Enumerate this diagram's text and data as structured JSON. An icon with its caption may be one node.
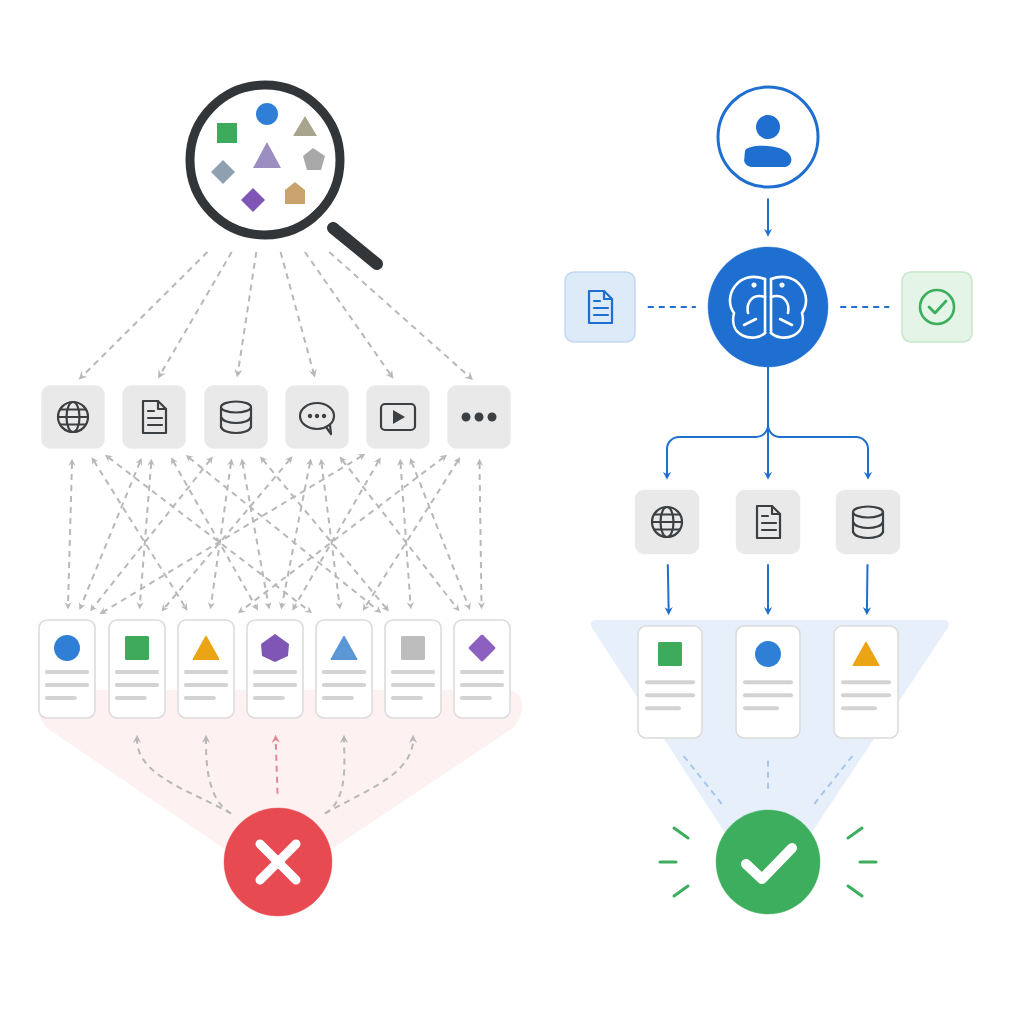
{
  "diagram": {
    "nodes": [
      {
        "text": [],
        "shape": "magnifier"
      },
      {
        "text": [],
        "shape": "box"
      },
      {
        "text": [],
        "shape": "box"
      },
      {
        "text": [],
        "shape": "box"
      },
      {
        "text": [],
        "shape": "box"
      },
      {
        "text": [],
        "shape": "box"
      },
      {
        "text": [],
        "shape": "box"
      },
      {
        "text": [],
        "shape": "card"
      },
      {
        "text": [],
        "shape": "card"
      },
      {
        "text": [],
        "shape": "card"
      },
      {
        "text": [],
        "shape": "card"
      },
      {
        "text": [],
        "shape": "card"
      },
      {
        "text": [],
        "shape": "card"
      },
      {
        "text": [],
        "shape": "card"
      },
      {
        "text": [],
        "shape": "circle"
      },
      {
        "text": [],
        "shape": "circle"
      },
      {
        "text": [],
        "shape": "box"
      },
      {
        "text": [],
        "shape": "circle"
      },
      {
        "text": [],
        "shape": "box"
      },
      {
        "text": [],
        "shape": "box"
      },
      {
        "text": [],
        "shape": "box"
      },
      {
        "text": [],
        "shape": "box"
      },
      {
        "text": [],
        "shape": "card"
      },
      {
        "text": [],
        "shape": "card"
      },
      {
        "text": [],
        "shape": "card"
      },
      {
        "text": [],
        "shape": "circle"
      }
    ],
    "edges": [
      {
        "from": 0,
        "to": 1,
        "arrow": "to",
        "style": "dashed"
      },
      {
        "from": 0,
        "to": 2,
        "arrow": "to",
        "style": "dashed"
      },
      {
        "from": 0,
        "to": 3,
        "arrow": "to",
        "style": "dashed"
      },
      {
        "from": 0,
        "to": 4,
        "arrow": "to",
        "style": "dashed"
      },
      {
        "from": 0,
        "to": 5,
        "arrow": "to",
        "style": "dashed"
      },
      {
        "from": 0,
        "to": 6,
        "arrow": "to",
        "style": "dashed"
      },
      {
        "from": 1,
        "to": 7,
        "arrow": "both",
        "style": "dashed"
      },
      {
        "from": 1,
        "to": 9,
        "arrow": "both",
        "style": "dashed"
      },
      {
        "from": 1,
        "to": 11,
        "arrow": "both",
        "style": "dashed"
      },
      {
        "from": 2,
        "to": 7,
        "arrow": "both",
        "style": "dashed"
      },
      {
        "from": 2,
        "to": 8,
        "arrow": "both",
        "style": "dashed"
      },
      {
        "from": 2,
        "to": 10,
        "arrow": "both",
        "style": "dashed"
      },
      {
        "from": 2,
        "to": 12,
        "arrow": "both",
        "style": "dashed"
      },
      {
        "from": 3,
        "to": 7,
        "arrow": "both",
        "style": "dashed"
      },
      {
        "from": 3,
        "to": 9,
        "arrow": "both",
        "style": "dashed"
      },
      {
        "from": 3,
        "to": 10,
        "arrow": "both",
        "style": "dashed"
      },
      {
        "from": 3,
        "to": 12,
        "arrow": "both",
        "style": "dashed"
      },
      {
        "from": 4,
        "to": 8,
        "arrow": "both",
        "style": "dashed"
      },
      {
        "from": 4,
        "to": 10,
        "arrow": "both",
        "style": "dashed"
      },
      {
        "from": 4,
        "to": 11,
        "arrow": "both",
        "style": "dashed"
      },
      {
        "from": 4,
        "to": 13,
        "arrow": "both",
        "style": "dashed"
      },
      {
        "from": 5,
        "to": 7,
        "arrow": "both",
        "style": "dashed"
      },
      {
        "from": 5,
        "to": 10,
        "arrow": "both",
        "style": "dashed"
      },
      {
        "from": 5,
        "to": 12,
        "arrow": "both",
        "style": "dashed"
      },
      {
        "from": 5,
        "to": 13,
        "arrow": "both",
        "style": "dashed"
      },
      {
        "from": 6,
        "to": 9,
        "arrow": "both",
        "style": "dashed"
      },
      {
        "from": 6,
        "to": 11,
        "arrow": "both",
        "style": "dashed"
      },
      {
        "from": 6,
        "to": 13,
        "arrow": "both",
        "style": "dashed"
      },
      {
        "from": 14,
        "to": 8,
        "arrow": "to",
        "style": "dashed"
      },
      {
        "from": 14,
        "to": 9,
        "arrow": "to",
        "style": "dashed"
      },
      {
        "from": 14,
        "to": 10,
        "arrow": "to",
        "style": "dashed",
        "color": "#e08a90"
      },
      {
        "from": 14,
        "to": 11,
        "arrow": "to",
        "style": "dashed"
      },
      {
        "from": 14,
        "to": 12,
        "arrow": "to",
        "style": "dashed"
      },
      {
        "from": 15,
        "to": 17,
        "arrow": "to",
        "color": "#1f6fd1"
      },
      {
        "from": 16,
        "to": 17,
        "arrow": "none",
        "style": "dashed",
        "color": "#1f6fd1"
      },
      {
        "from": 17,
        "to": 18,
        "arrow": "none",
        "style": "dashed",
        "color": "#1f6fd1"
      },
      {
        "from": 17,
        "to": 19,
        "arrow": "to",
        "color": "#1f6fd1"
      },
      {
        "from": 17,
        "to": 20,
        "arrow": "to",
        "color": "#1f6fd1"
      },
      {
        "from": 17,
        "to": 21,
        "arrow": "to",
        "color": "#1f6fd1"
      },
      {
        "from": 19,
        "to": 22,
        "arrow": "to",
        "color": "#1f6fd1"
      },
      {
        "from": 20,
        "to": 23,
        "arrow": "to",
        "color": "#1f6fd1"
      },
      {
        "from": 21,
        "to": 24,
        "arrow": "to",
        "color": "#1f6fd1"
      },
      {
        "from": 22,
        "to": 25,
        "arrow": "none",
        "style": "dashed",
        "color": "#a9c6ea"
      },
      {
        "from": 23,
        "to": 25,
        "arrow": "none",
        "style": "dashed",
        "color": "#a9c6ea"
      },
      {
        "from": 24,
        "to": 25,
        "arrow": "none",
        "style": "dashed",
        "color": "#a9c6ea"
      }
    ]
  }
}
